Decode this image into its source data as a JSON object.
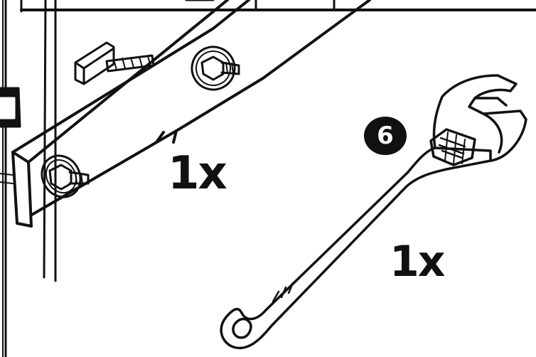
{
  "step": {
    "number": "6"
  },
  "parts": [
    {
      "name": "brace",
      "quantity": "1x"
    },
    {
      "name": "adjustable-wrench",
      "quantity": "1x"
    }
  ],
  "colors": {
    "ink": "#111111",
    "paper": "#ffffff"
  }
}
